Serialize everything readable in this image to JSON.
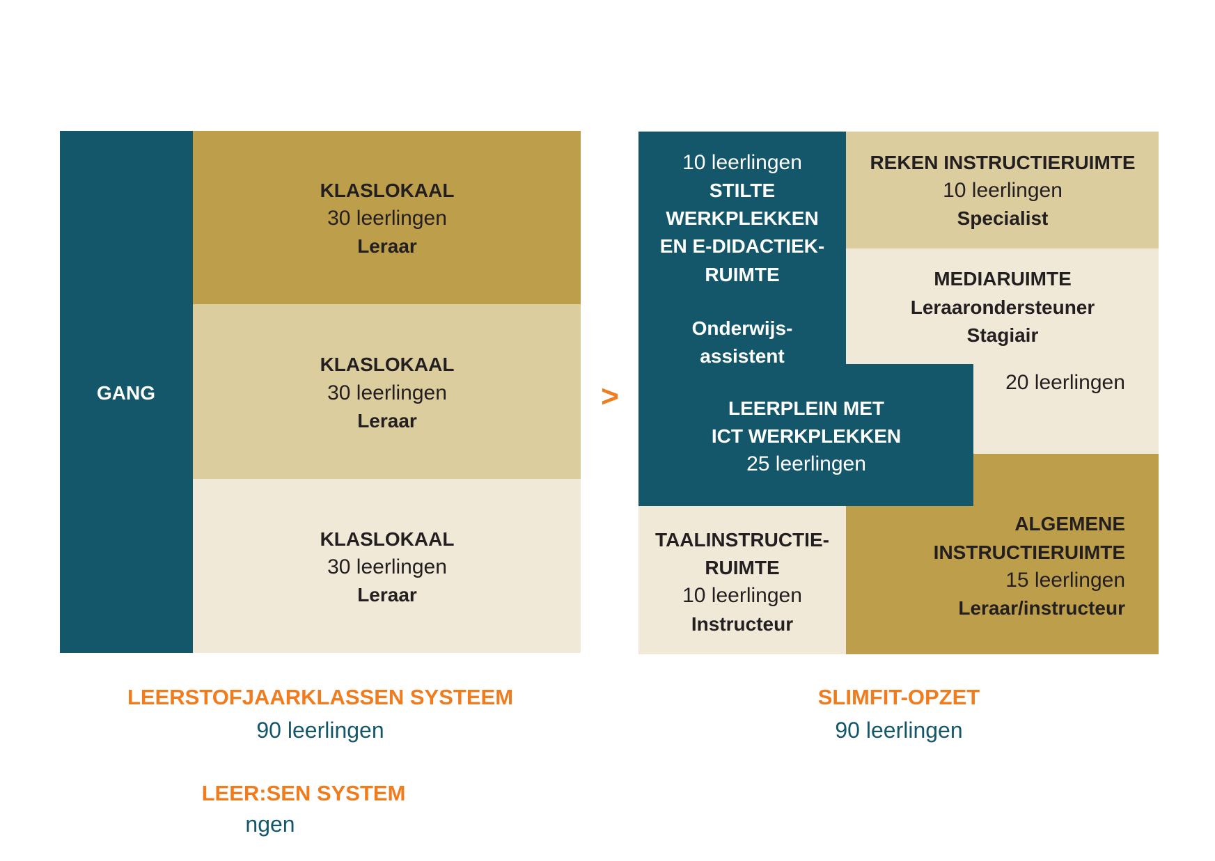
{
  "left_layout": {
    "corridor": "GANG",
    "rooms": [
      {
        "name": "KLASLOKAAL",
        "students": "30 leerlingen",
        "role": "Leraar"
      },
      {
        "name": "KLASLOKAAL",
        "students": "30 leerlingen",
        "role": "Leraar"
      },
      {
        "name": "KLASLOKAAL",
        "students": "30 leerlingen",
        "role": "Leraar"
      }
    ],
    "title": "LEERSTOFJAARKLASSEN SYSTEEM",
    "total": "90 leerlingen"
  },
  "comparison_symbol": ">",
  "right_layout": {
    "stilte": {
      "students": "10 leerlingen",
      "name_lines": [
        "STILTE",
        "WERKPLEKKEN",
        "EN E-DIDACTIEK-",
        "RUIMTE"
      ],
      "role_lines": [
        "Onderwijs-",
        "assistent"
      ]
    },
    "reken": {
      "name": "REKEN INSTRUCTIERUIMTE",
      "students": "10 leerlingen",
      "role": "Specialist"
    },
    "media": {
      "name": "MEDIARUIMTE",
      "roles": [
        "Leraarondersteuner",
        "Stagiair"
      ],
      "students": "20 leerlingen"
    },
    "leerplein": {
      "name_lines": [
        "LEERPLEIN MET",
        "ICT WERKPLEKKEN"
      ],
      "students": "25 leerlingen"
    },
    "taal": {
      "name_lines": [
        "TAALINSTRUCTIE-",
        "RUIMTE"
      ],
      "students": "10 leerlingen",
      "role": "Instructeur"
    },
    "algemene": {
      "name_lines": [
        "ALGEMENE",
        "INSTRUCTIERUIMTE"
      ],
      "students": "15 leerlingen",
      "role": "Leraar/instructeur"
    },
    "title": "SLIMFIT-OPZET",
    "total": "90 leerlingen"
  },
  "ghost_caption": {
    "title": "LEER:SEN SYSTEM",
    "total": "ngen"
  },
  "colors": {
    "teal": "#14576a",
    "gold": "#bd9e4a",
    "tan": "#dccd9f",
    "cream": "#f0e9d8",
    "orange": "#f07c1e"
  }
}
